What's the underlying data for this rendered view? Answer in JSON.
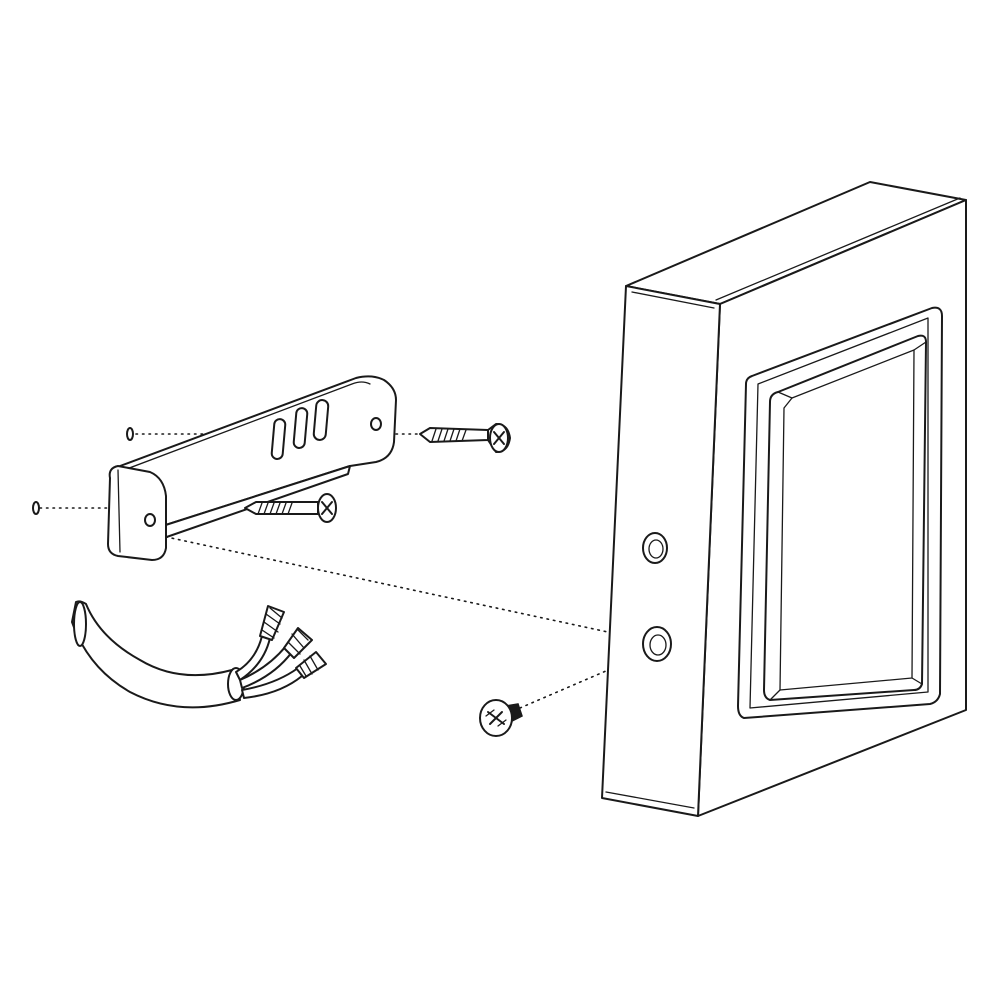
{
  "diagram": {
    "type": "exploded-assembly-drawing",
    "line_color": "#1a1a1a",
    "background": "#ffffff",
    "parts": [
      {
        "id": "wall-anchor-plug-upper"
      },
      {
        "id": "wall-anchor-plug-lower"
      },
      {
        "id": "mounting-bracket"
      },
      {
        "id": "wood-screw-upper"
      },
      {
        "id": "wood-screw-lower"
      },
      {
        "id": "power-cable"
      },
      {
        "id": "lamp-housing"
      },
      {
        "id": "machine-screw"
      }
    ]
  }
}
